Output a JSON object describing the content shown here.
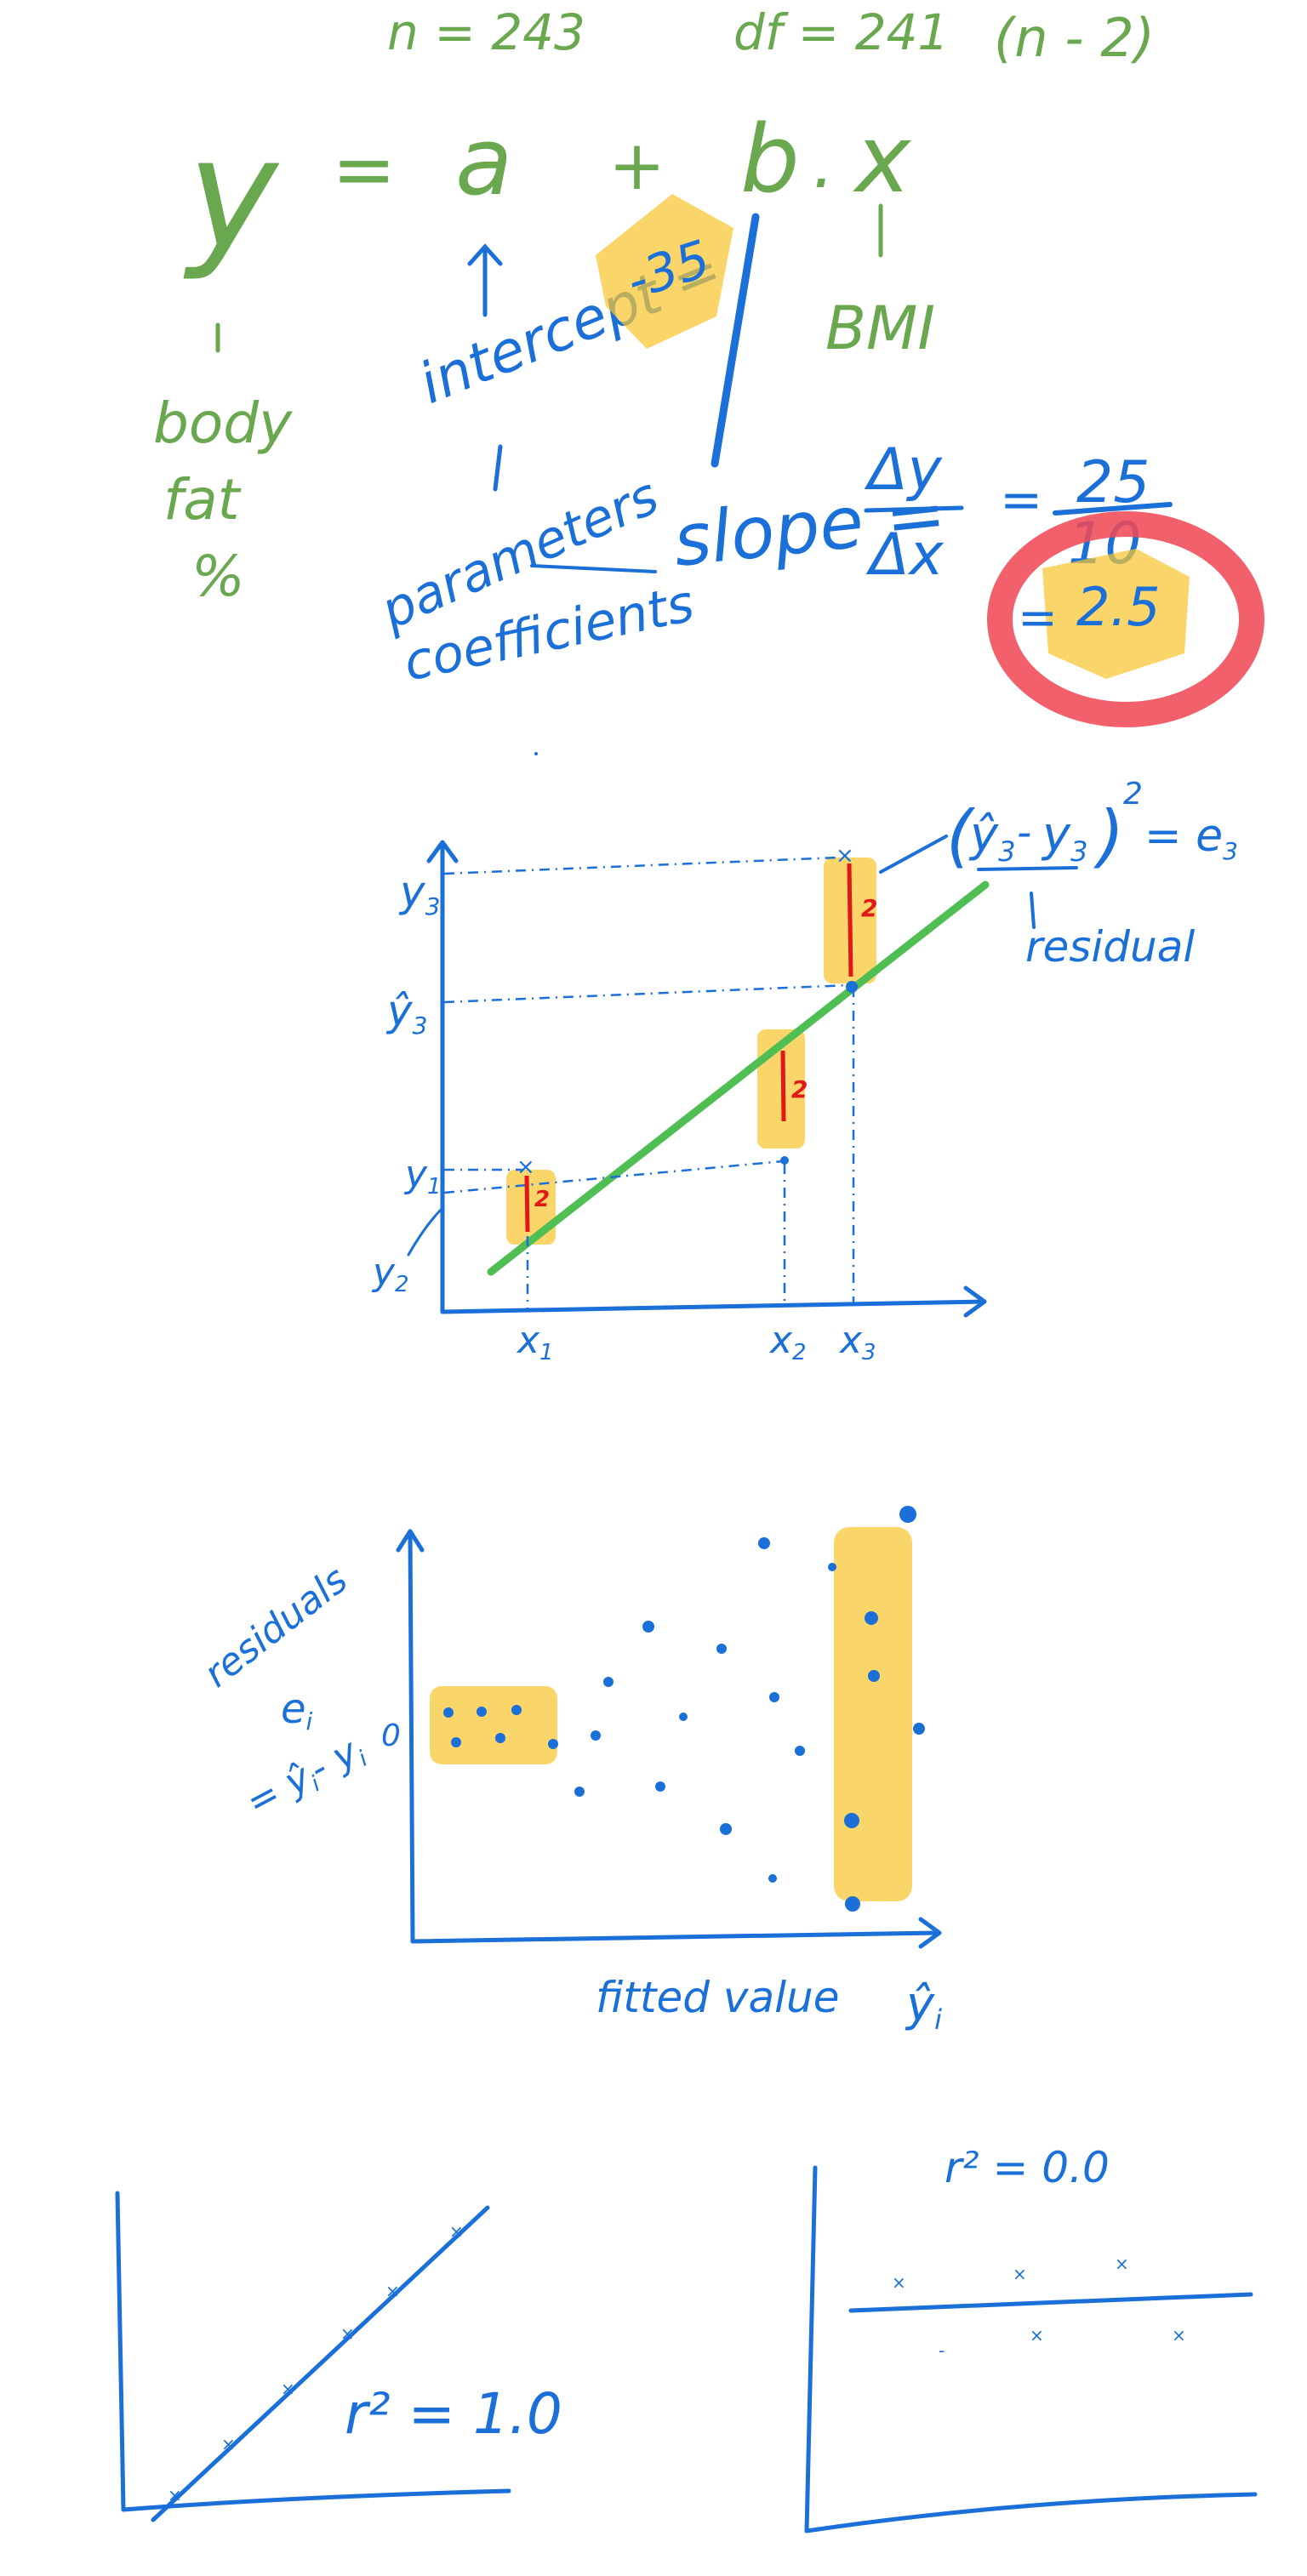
{
  "header": {
    "n_label": "n = 243",
    "df_label": "df = 241",
    "df_note": "(n - 2)"
  },
  "equation": {
    "y": "y",
    "equals": "=",
    "a": "a",
    "plus": "+",
    "b": "b",
    "dot": ".",
    "x": "x",
    "y_meaning_1": "body",
    "y_meaning_2": "fat",
    "y_meaning_3": "%",
    "x_meaning": "BMI",
    "intercept_label": "intercept =",
    "intercept_value": "-35",
    "parameters": "parameters",
    "coefficients": "coefficients",
    "slope_label": "slope =",
    "slope_num": "Δy",
    "slope_den": "Δx",
    "slope_eq": "=",
    "ratio_num": "25",
    "ratio_den": "10",
    "result_eq": "=",
    "result_value": "2.5"
  },
  "residual_diagram": {
    "y3": "y",
    "y3_sub": "3",
    "yhat3": "ŷ",
    "yhat3_sub": "3",
    "y1": "y",
    "y1_sub": "1",
    "y2": "y",
    "y2_sub": "2",
    "x1": "x",
    "x1_sub": "1",
    "x2": "x",
    "x2_sub": "2",
    "x3": "x",
    "x3_sub": "3",
    "formula_yhat": "ŷ",
    "formula_sub1": "3",
    "formula_minus": "-",
    "formula_y": "y",
    "formula_sub2": "3",
    "formula_pow": "2",
    "formula_eq": "= e",
    "formula_e_sub": "3",
    "residual_label": "residual",
    "mark": "2"
  },
  "residual_plot": {
    "ylabel": "residuals",
    "e_label": "e",
    "e_sub": "i",
    "def_label": "= ŷ",
    "def_sub1": "i",
    "def_minus": "- y",
    "def_sub2": "i",
    "zero": "0",
    "xlabel": "fitted value",
    "yhat": "ŷ",
    "yhat_sub": "i"
  },
  "r2_plots": {
    "left_label": "r² = 1.0",
    "right_label": "r² = 0.0"
  },
  "colors": {
    "ink_blue": "#1a6fd8",
    "ink_green": "#6aa84f",
    "line_green": "#4fbf54",
    "highlight": "#f7c531",
    "residual_red": "#e01818",
    "circle_red": "#ef4a57"
  }
}
